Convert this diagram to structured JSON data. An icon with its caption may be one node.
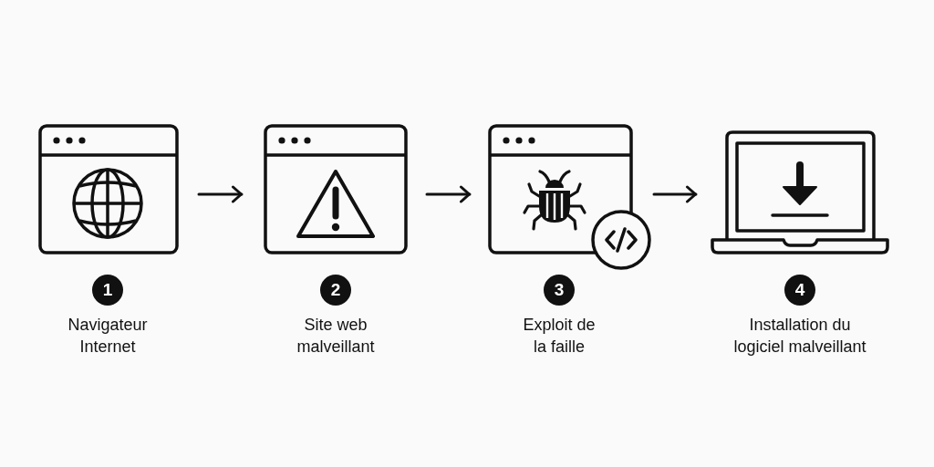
{
  "diagram": {
    "nodes": [
      {
        "text": [
          "1",
          "Navigateur Internet"
        ]
      },
      {
        "text": [
          "2",
          "Site web malveillant"
        ]
      },
      {
        "text": [
          "3",
          "Exploit de la faille"
        ]
      },
      {
        "text": [
          "4",
          "Installation du logiciel malveillant"
        ]
      }
    ],
    "edges": [
      {
        "from": 0,
        "to": 1,
        "arrow": "to"
      },
      {
        "from": 1,
        "to": 2,
        "arrow": "to"
      },
      {
        "from": 2,
        "to": 3,
        "arrow": "to"
      }
    ]
  }
}
